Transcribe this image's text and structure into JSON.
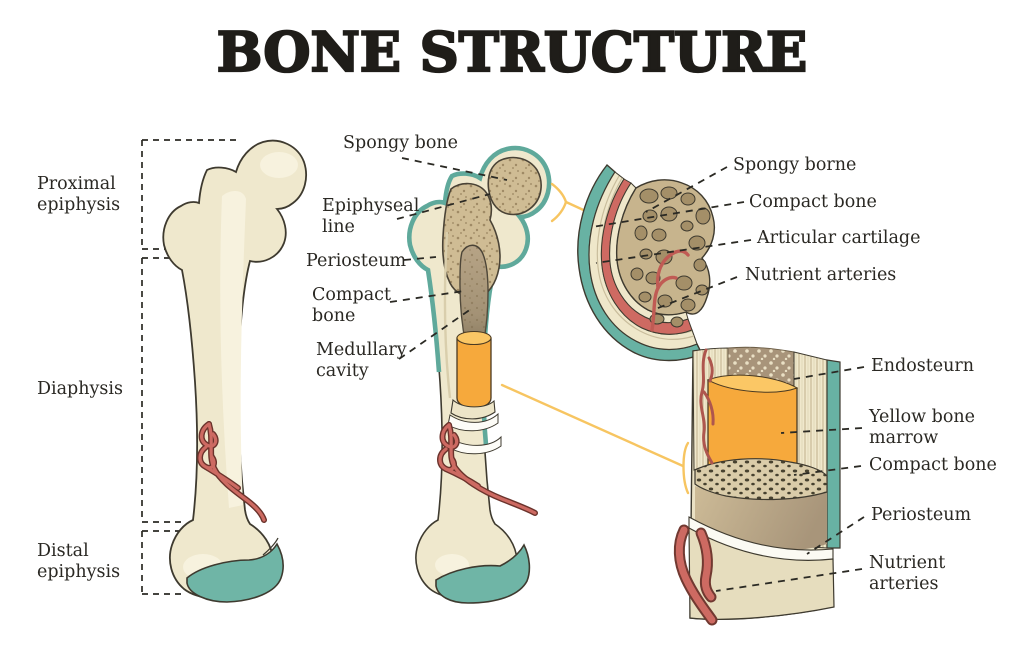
{
  "title": "BONE STRUCTURE",
  "colors": {
    "bone_cream": "#EFE8CD",
    "bone_highlight": "#F7F2DE",
    "teal_cartilage": "#68B2A3",
    "artery_red": "#CD6A62",
    "marrow_orange": "#F6A93C",
    "connector_yellow": "#F7C561",
    "outline": "#3E3A2F",
    "text": "#2A2823"
  },
  "labels": {
    "left": [
      {
        "text": "Proximal\nepiphysis"
      },
      {
        "text": "Diaphysis"
      },
      {
        "text": "Distal\nepiphysis"
      }
    ],
    "middle": [
      {
        "text": "Spongy bone"
      },
      {
        "text": "Epiphyseal\nline"
      },
      {
        "text": "Periosteum"
      },
      {
        "text": "Compact\nbone"
      },
      {
        "text": "Medullary\ncavity"
      }
    ],
    "top_right": [
      {
        "text": "Spongy borne"
      },
      {
        "text": "Compact bone"
      },
      {
        "text": "Articular cartilage"
      },
      {
        "text": "Nutrient arteries"
      }
    ],
    "bottom_right": [
      {
        "text": "Endosteurn"
      },
      {
        "text": "Yellow bone\nmarrow"
      },
      {
        "text": "Compact bone"
      },
      {
        "text": "Periosteum"
      },
      {
        "text": "Nutrient\narteries"
      }
    ]
  }
}
